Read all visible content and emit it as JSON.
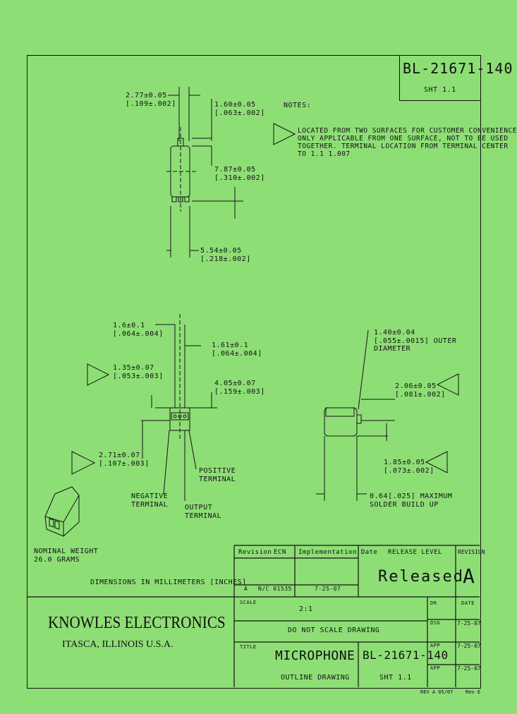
{
  "drawing_number": "BL-21671-140",
  "sheet": "SHT 1.1",
  "notes": {
    "header": "NOTES:",
    "note1": "LOCATED FROM TWO SURFACES FOR CUSTOMER CONVENIENCE\nONLY APPLICABLE FROM ONE SURFACE, NOT TO BE USED\nTOGETHER. TERMINAL LOCATION FROM TERMINAL CENTER\nTO 1.1 1.007"
  },
  "dims": {
    "d1": "2.77±0.05\n[.109±.002]",
    "d2": "1.60±0.05\n[.063±.002]",
    "d3": "7.87±0.05\n[.310±.002]",
    "d4": "5.54±0.05\n[.218±.002]",
    "d5": "1.6±0.1\n[.064±.004]",
    "d6": "1.61±0.1\n[.064±.004]",
    "d7": "1.35±0.07\n[.053±.003]",
    "d8": "4.05±0.07\n[.159±.003]",
    "d9": "2.71±0.07\n[.107±.003]",
    "d10": "1.40±0.04\n[.055±.0015] OUTER\nDIAMETER",
    "d11": "2.06±0.05\n[.081±.002]",
    "d12": "1.85±0.05\n[.073±.002]",
    "d13": "0.64[.025] MAXIMUM\nSOLDER BUILD UP"
  },
  "labels": {
    "positive": "POSITIVE\nTERMINAL",
    "negative": "NEGATIVE\nTERMINAL",
    "output": "OUTPUT\nTERMINAL",
    "weight": "NOMINAL WEIGHT\n26.0 GRAMS",
    "units": "DIMENSIONS IN MILLIMETERS [INCHES]"
  },
  "revision_table": {
    "col1": "Revision",
    "col2": "ECN",
    "col3": "Implementation Date",
    "row_rev": "A",
    "row_ecn": "N/C 01535",
    "row_date": "7-25-07",
    "release_level_label": "RELEASE LEVEL",
    "release_level": "Released",
    "revision_label": "REVISION",
    "revision": "A"
  },
  "company": {
    "name": "KNOWLES ELECTRONICS",
    "location": "ITASCA, ILLINOIS U.S.A."
  },
  "title_block": {
    "scale_label": "SCALE",
    "scale": "2:1",
    "do_not_scale": "DO NOT SCALE DRAWING",
    "title_label": "TITLE",
    "title": "MICROPHONE",
    "subtitle": "OUTLINE DRAWING",
    "drawing_number": "BL-21671-140",
    "sheet": "SHT 1.1",
    "signoffs": [
      {
        "role": "DR",
        "date": "DATE"
      },
      {
        "role": "DSG",
        "date": "7-25-07"
      },
      {
        "role": "APP",
        "date": "7-25-07"
      },
      {
        "role": "APP",
        "date": "7-25-07"
      }
    ],
    "footer_left": "REV A 05/07",
    "footer_right": "Rev E"
  }
}
